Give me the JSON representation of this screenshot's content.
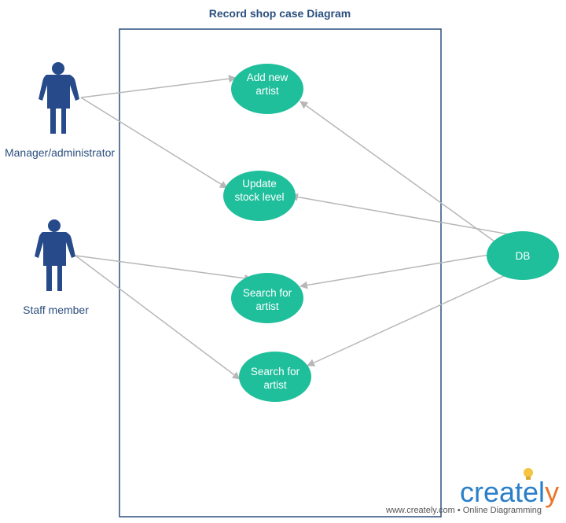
{
  "diagram": {
    "title": "Record shop case Diagram",
    "actors": [
      {
        "id": "manager",
        "label": "Manager/administrator"
      },
      {
        "id": "staff",
        "label": "Staff member"
      }
    ],
    "use_cases": [
      {
        "id": "add-artist",
        "lines": [
          "Add new",
          "artist"
        ]
      },
      {
        "id": "update-stock",
        "lines": [
          "Update",
          "stock level"
        ]
      },
      {
        "id": "search-1",
        "lines": [
          "Search for",
          "artist"
        ]
      },
      {
        "id": "search-2",
        "lines": [
          "Search for",
          "artist"
        ]
      }
    ],
    "external": {
      "id": "db",
      "label": "DB"
    },
    "associations": [
      {
        "from": "manager",
        "to": "add-artist"
      },
      {
        "from": "manager",
        "to": "update-stock"
      },
      {
        "from": "staff",
        "to": "search-1"
      },
      {
        "from": "staff",
        "to": "search-2"
      },
      {
        "from": "db",
        "to": "add-artist"
      },
      {
        "from": "db",
        "to": "update-stock"
      },
      {
        "from": "db",
        "to": "search-1"
      },
      {
        "from": "db",
        "to": "search-2"
      }
    ]
  },
  "branding": {
    "logo_text": "creately",
    "tagline": "www.creately.com • Online Diagramming"
  },
  "colors": {
    "use_case_fill": "#1fbf9c",
    "actor_fill": "#274b8a",
    "boundary": "#2b4f7e",
    "connector": "#b7b7b7"
  }
}
